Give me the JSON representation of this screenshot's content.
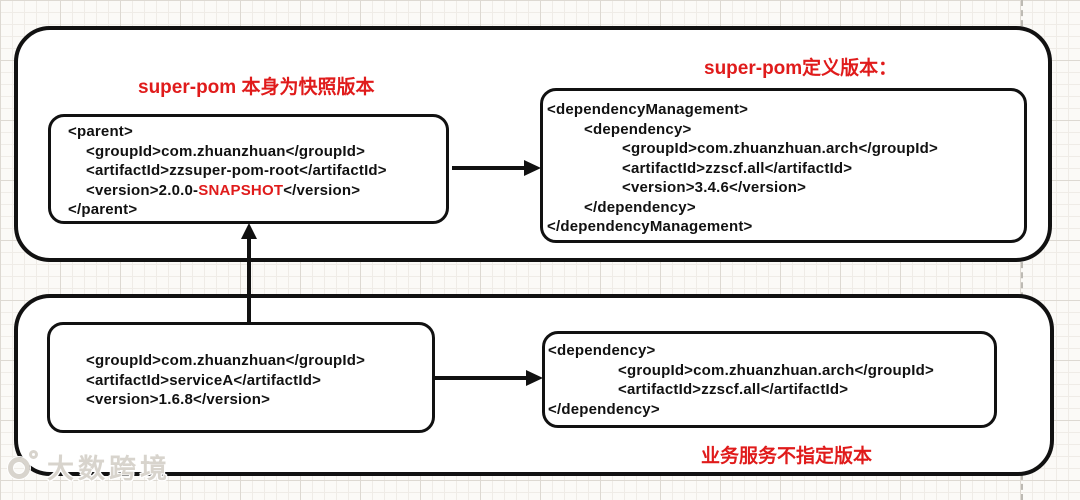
{
  "diagram": {
    "top_group": {
      "caption_left": "super-pom 本身为快照版本",
      "caption_right": "super-pom定义版本：",
      "parent_box": {
        "lines": [
          "<parent>",
          "<groupId>com.zhuanzhuan</groupId>",
          "<artifactId>zzsuper-pom-root</artifactId>"
        ],
        "version_pre": "<version>2.0.0-",
        "version_highlight": "SNAPSHOT",
        "version_post": "</version>",
        "closing": "</parent>"
      },
      "dependency_management_box": {
        "lines": [
          "<dependencyManagement>",
          "<dependency>",
          "<groupId>com.zhuanzhuan.arch</groupId>",
          "<artifactId>zzscf.all</artifactId>",
          "<version>3.4.6</version>",
          "</dependency>",
          "</dependencyManagement>"
        ]
      }
    },
    "bottom_group": {
      "caption": "业务服务不指定版本",
      "service_box": {
        "lines": [
          "<groupId>com.zhuanzhuan</groupId>",
          "<artifactId>serviceA</artifactId>",
          "<version>1.6.8</version>"
        ]
      },
      "dependency_box": {
        "lines": [
          "<dependency>",
          "<groupId>com.zhuanzhuan.arch</groupId>",
          "<artifactId>zzscf.all</artifactId>",
          "</dependency>"
        ]
      }
    },
    "watermark": "大数跨境",
    "colors": {
      "highlight_red": "#e01b1b",
      "stroke_black": "#111111"
    }
  }
}
